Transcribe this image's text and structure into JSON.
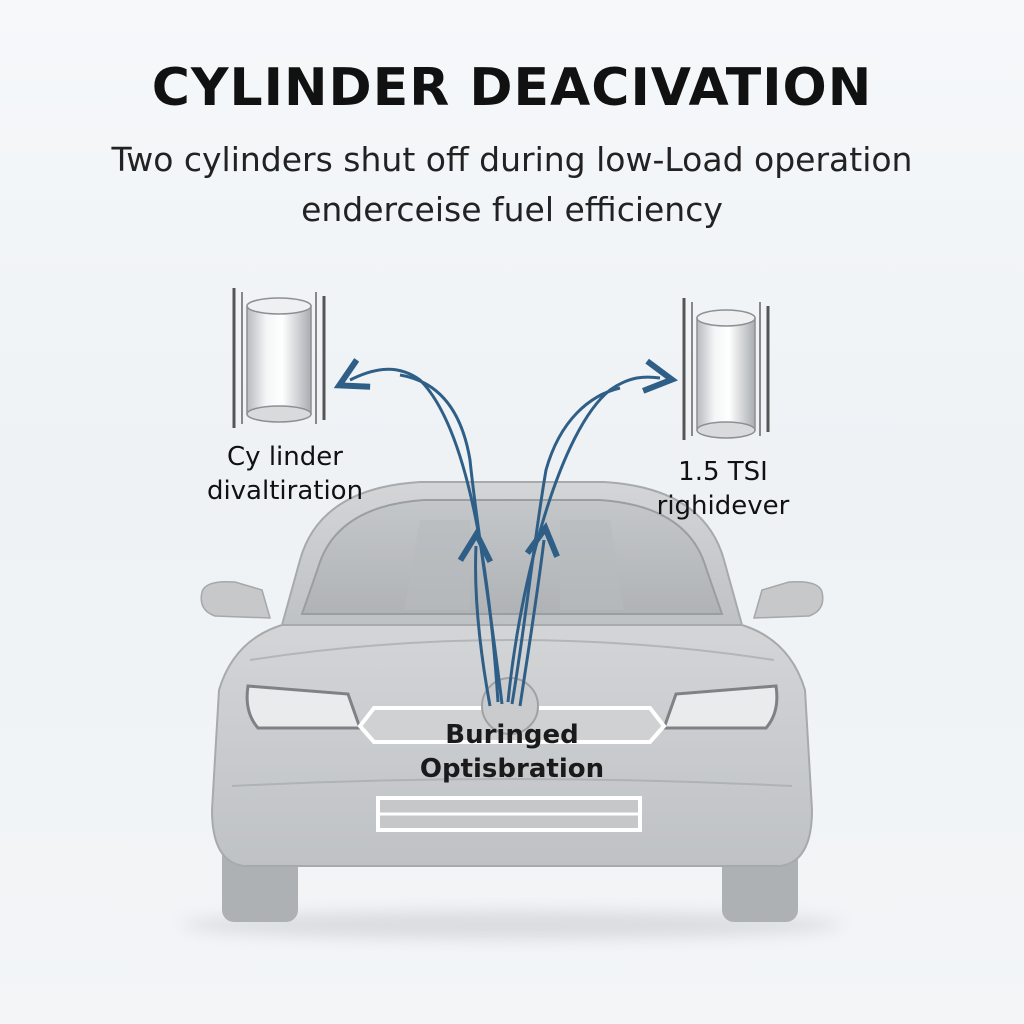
{
  "title": "CYLINDER DEACIVATION",
  "subtitle": {
    "line1": "Two cylinders shut off during low-Load operation",
    "line2": "enderceise fuel efficiency"
  },
  "labels": {
    "left": {
      "line1": "Cy linder",
      "line2": "divaltiration"
    },
    "right": {
      "line1": "1.5 TSI",
      "line2": "righidever"
    },
    "center": {
      "line1": "Buringed",
      "line2": "Optisbration"
    }
  },
  "colors": {
    "arrow": "#2f5f86",
    "car_body": "#c7c9cb",
    "car_dark": "#a9acaf"
  }
}
